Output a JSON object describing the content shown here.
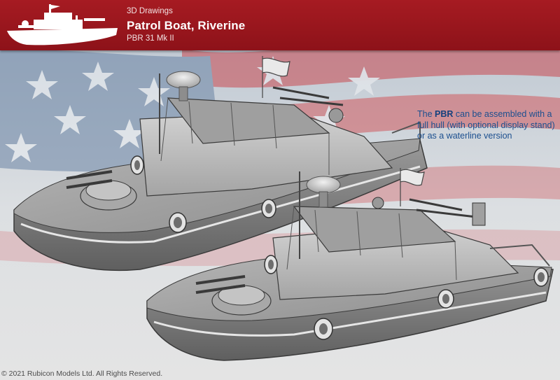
{
  "header": {
    "category": "3D Drawings",
    "title": "Patrol Boat, Riverine",
    "subtitle": "PBR 31 Mk II",
    "icon": "boat-silhouette-icon",
    "background_color": "#9b151d"
  },
  "caption": {
    "lead": "The ",
    "highlight": "PBR",
    "rest": " can be assembled with a full hull (with optional display stand) or as a waterline version",
    "color": "#1b4f8f"
  },
  "copyright": "© 2021 Rubicon Models Ltd. All Rights Reserved."
}
